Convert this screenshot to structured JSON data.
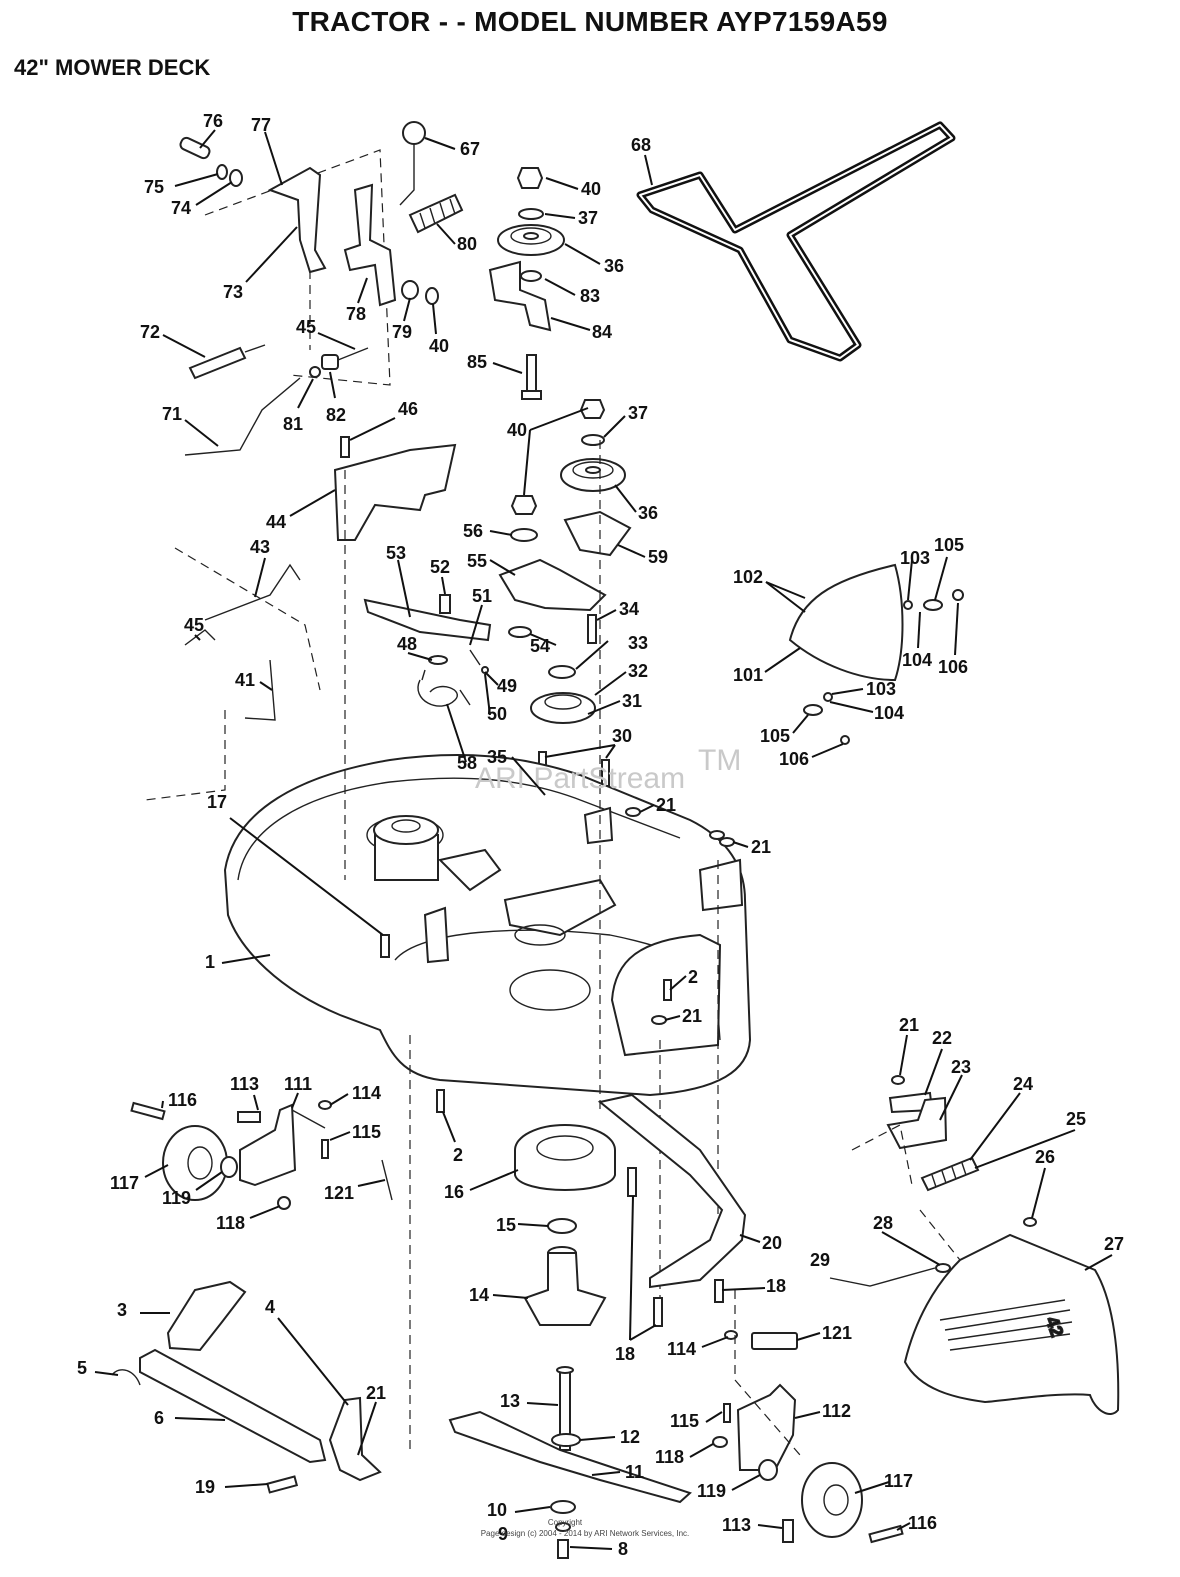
{
  "header": {
    "title": "TRACTOR - - MODEL NUMBER AYP7159A59",
    "subtitle": "42\" MOWER DECK"
  },
  "watermark": {
    "text": "ARI PartStream",
    "tm": "TM"
  },
  "footer": {
    "copyright_line1": "Copyright",
    "copyright_line2": "Page design (c) 2004 - 2014 by ARI Network Services, Inc."
  },
  "deck_badge": "42",
  "callouts": [
    "76",
    "77",
    "75",
    "74",
    "73",
    "78",
    "79",
    "40",
    "67",
    "80",
    "40",
    "37",
    "36",
    "83",
    "84",
    "85",
    "68",
    "72",
    "45",
    "81",
    "82",
    "71",
    "46",
    "44",
    "43",
    "45",
    "41",
    "40",
    "37",
    "36",
    "56",
    "55",
    "59",
    "53",
    "52",
    "51",
    "54",
    "34",
    "48",
    "33",
    "49",
    "50",
    "32",
    "31",
    "58",
    "35",
    "30",
    "102",
    "103",
    "105",
    "101",
    "104",
    "106",
    "103",
    "104",
    "105",
    "106",
    "17",
    "21",
    "21",
    "1",
    "2",
    "21",
    "113",
    "111",
    "114",
    "116",
    "115",
    "117",
    "119",
    "121",
    "118",
    "2",
    "16",
    "15",
    "14",
    "20",
    "18",
    "18",
    "114",
    "121",
    "21",
    "22",
    "23",
    "24",
    "25",
    "26",
    "28",
    "29",
    "27",
    "3",
    "4",
    "5",
    "6",
    "21",
    "19",
    "13",
    "12",
    "11",
    "10",
    "9",
    "8",
    "115",
    "112",
    "118",
    "119",
    "117",
    "113",
    "116"
  ]
}
